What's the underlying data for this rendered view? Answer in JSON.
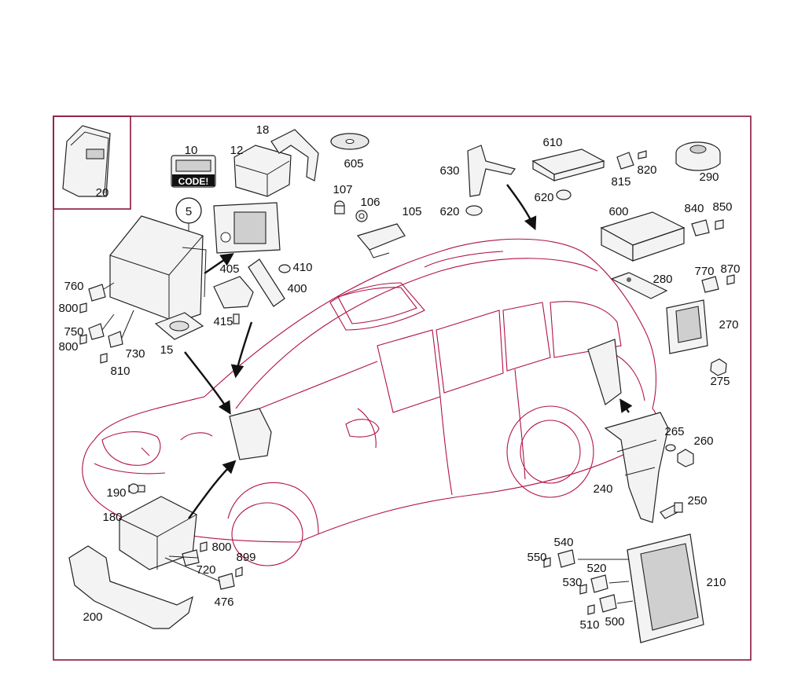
{
  "diagram": {
    "callouts": [
      "10",
      "12",
      "18",
      "605",
      "107",
      "106",
      "105",
      "630",
      "610",
      "620",
      "815",
      "820",
      "290",
      "5",
      "405",
      "410",
      "400",
      "760",
      "800",
      "750",
      "730",
      "810",
      "15",
      "415",
      "600",
      "840",
      "850",
      "280",
      "770",
      "870",
      "270",
      "275",
      "265",
      "260",
      "240",
      "250",
      "190",
      "180",
      "200",
      "720",
      "899",
      "476",
      "540",
      "550",
      "520",
      "530",
      "510",
      "500",
      "210",
      "20"
    ],
    "code_label": "CODE!",
    "colors": {
      "frame": "#8a1538",
      "vehicle_outline": "#b0124a",
      "parts": "#222222"
    }
  }
}
